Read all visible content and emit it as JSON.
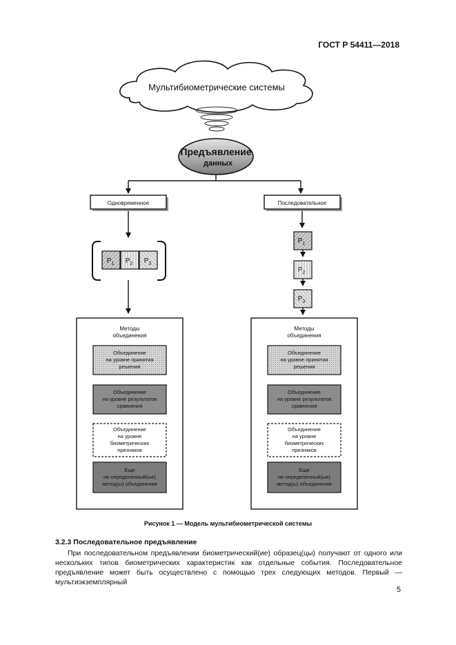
{
  "header": {
    "standard": "ГОСТ Р 54411—2018"
  },
  "diagram": {
    "cloud_title": "Мультибиометрические системы",
    "presentation": {
      "line1": "Предъявление",
      "line2": "данных"
    },
    "branches": [
      {
        "label": "Одновременное",
        "samples": [
          {
            "base": "P",
            "sub": "1"
          },
          {
            "base": "P",
            "sub": "2"
          },
          {
            "base": "P",
            "sub": "3"
          }
        ],
        "methods_title": {
          "line1": "Методы",
          "line2": "объединения"
        },
        "methods": [
          {
            "lines": [
              "Объединение",
              "на уровне принятия",
              "решения"
            ]
          },
          {
            "lines": [
              "Объединение",
              "на уровне результатов",
              "сравнения"
            ]
          },
          {
            "lines": [
              "Объединение",
              "на уровне",
              "биометрических",
              "признаков"
            ]
          },
          {
            "lines": [
              "Еще",
              "не определенный(ые)",
              "метод(ы) объединения"
            ]
          }
        ]
      },
      {
        "label": "Последовательное",
        "samples": [
          {
            "base": "P",
            "sub": "1"
          },
          {
            "base": "P",
            "sub": "2"
          },
          {
            "base": "P",
            "sub": "3"
          }
        ],
        "methods_title": {
          "line1": "Методы",
          "line2": "объединения"
        },
        "methods": [
          {
            "lines": [
              "Объединение",
              "на уровне принятия",
              "решения"
            ]
          },
          {
            "lines": [
              "Объединение",
              "на уровне результатов",
              "сравнения"
            ]
          },
          {
            "lines": [
              "Объединение",
              "на уровне",
              "биометрических",
              "признаков"
            ]
          },
          {
            "lines": [
              "Еще",
              "не определенный(ые)",
              "метод(ы) объединения"
            ]
          }
        ]
      }
    ]
  },
  "caption": "Рисунок 1 — Модель мультибиометрической системы",
  "section": {
    "heading": "3.2.3 Последовательное предъявление",
    "paragraph": "При последовательном предъявлении биометрический(ие) образец(цы) получают от одного или нескольких типов биометрических характеристик как отдельные события. Последовательное предъявление может быть осуществлено с помощью трех следующих методов. Первый — мультиэкземплярный"
  },
  "page_number": "5"
}
